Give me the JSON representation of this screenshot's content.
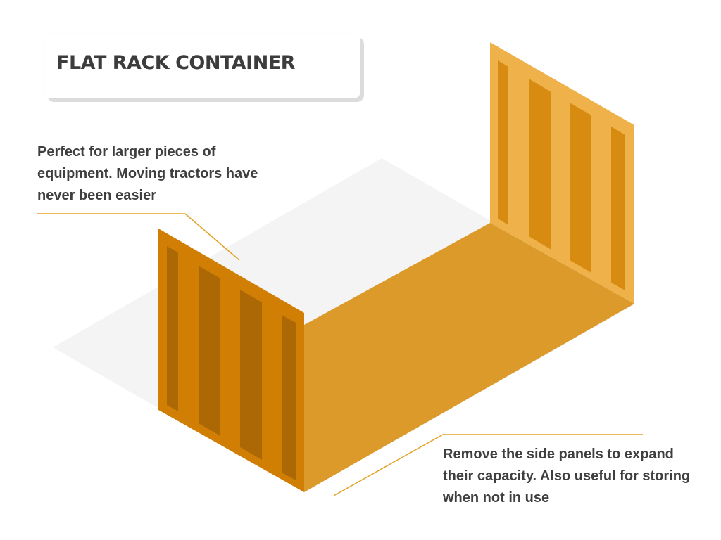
{
  "title": "FLAT RACK CONTAINER",
  "callouts": {
    "left": "Perfect for larger pieces of equipment. Moving tractors have never been easier",
    "right": "Remove the side panels to expand their capacity. Also useful for storing when not in use"
  },
  "colors": {
    "accent_line": "#e3a226",
    "shadow": "#f4f4f4",
    "floor": "#dc9a2b",
    "front_panel": "#d17e05",
    "front_slot": "#ad6806",
    "back_panel": "#efb149",
    "back_slot": "#d88b11",
    "title_text": "#3c3c3c",
    "body_text": "#3f3f3f"
  }
}
